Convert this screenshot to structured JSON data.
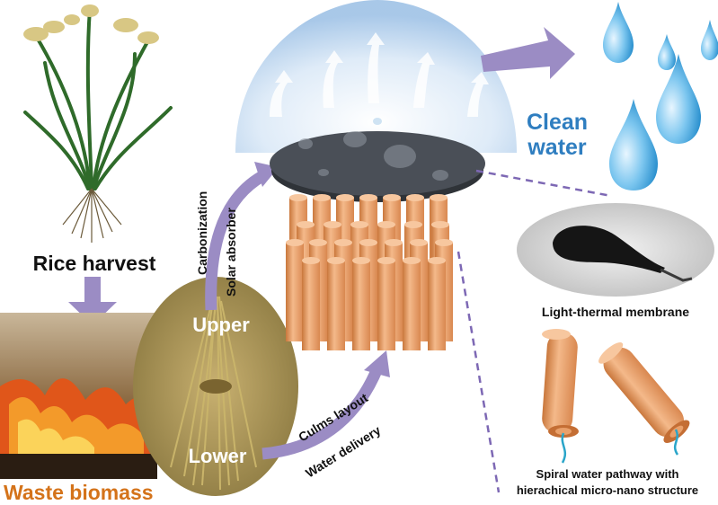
{
  "labels": {
    "rice_harvest": "Rice harvest",
    "waste_biomass": "Waste biomass",
    "upper": "Upper",
    "lower": "Lower",
    "carbonization": "Carbonization",
    "solar_absorber": "Solar absorber",
    "culms_layout": "Culms layout",
    "water_delivery": "Water delivery",
    "clean_water_line1": "Clean",
    "clean_water_line2": "water",
    "light_thermal_membrane": "Light-thermal membrane",
    "spiral_line1": "Spiral water pathway with",
    "spiral_line2": "hierachical micro-nano structure"
  },
  "colors": {
    "arrow_purple": "#9b8cc4",
    "clean_water_blue": "#2f7ec0",
    "waste_biomass_orange": "#d4731a",
    "culm_orange": "#e9a06a",
    "membrane_dark": "#4a4f57",
    "dashed_line": "#7d68b4"
  }
}
